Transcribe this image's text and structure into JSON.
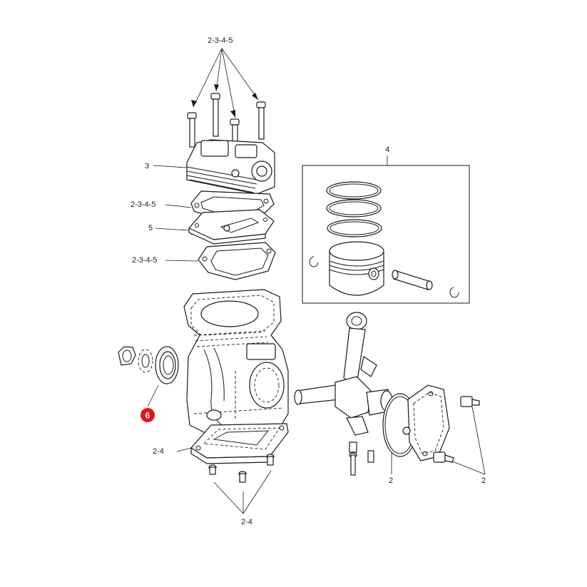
{
  "labels": {
    "top_bolts": "2-3-4-5",
    "head": "3",
    "head_gasket": "2-3-4-5",
    "valve_plate": "5",
    "base_gasket": "2-3-4-5",
    "piston_kit": "4",
    "highlight": "6",
    "bottom_gasket": "2-4",
    "bottom_screws": "2-4",
    "crank_oring": "2",
    "cover_bolts": "2"
  },
  "colors": {
    "highlight": "#e3141b",
    "line": "#1a1a1a"
  }
}
